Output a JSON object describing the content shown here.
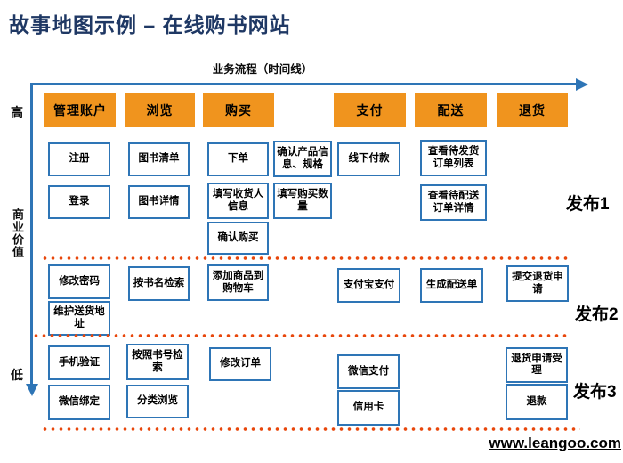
{
  "title": "故事地图示例 – 在线购书网站",
  "timeline": {
    "label": "业务流程（时间线）"
  },
  "value_axis": {
    "high": "高",
    "label": "商业价值",
    "low": "低"
  },
  "activities": [
    {
      "label": "管理账户"
    },
    {
      "label": "浏览"
    },
    {
      "label": "购买"
    },
    {
      "label": "支付"
    },
    {
      "label": "配送"
    },
    {
      "label": "退货"
    }
  ],
  "releases": [
    {
      "label": "发布1",
      "cards": [
        {
          "label": "注册"
        },
        {
          "label": "图书清单"
        },
        {
          "label": "下单"
        },
        {
          "label": "确认产品信息、规格"
        },
        {
          "label": "线下付款"
        },
        {
          "label": "查看待发货订单列表"
        },
        {
          "label": "登录"
        },
        {
          "label": "图书详情"
        },
        {
          "label": "填写收货人信息"
        },
        {
          "label": "填写购买数量"
        },
        {
          "label": "查看待配送订单详情"
        },
        {
          "label": "确认购买"
        }
      ]
    },
    {
      "label": "发布2",
      "cards": [
        {
          "label": "修改密码"
        },
        {
          "label": "按书名检索"
        },
        {
          "label": "添加商品到购物车"
        },
        {
          "label": "支付宝支付"
        },
        {
          "label": "生成配送单"
        },
        {
          "label": "提交退货申请"
        },
        {
          "label": "维护送货地址"
        }
      ]
    },
    {
      "label": "发布3",
      "cards": [
        {
          "label": "手机验证"
        },
        {
          "label": "按照书号检索"
        },
        {
          "label": "修改订单"
        },
        {
          "label": "微信支付"
        },
        {
          "label": "退货申请受理"
        },
        {
          "label": "微信绑定"
        },
        {
          "label": "分类浏览"
        },
        {
          "label": "信用卡"
        },
        {
          "label": "退款"
        }
      ]
    }
  ],
  "watermark": "www.leangoo.com",
  "colors": {
    "title_navy": "#1F3864",
    "activity_orange": "#F0941E",
    "card_border_blue": "#2E75B6",
    "axis_arrow_blue": "#2E75B6",
    "divider_red": "#E8470C"
  }
}
